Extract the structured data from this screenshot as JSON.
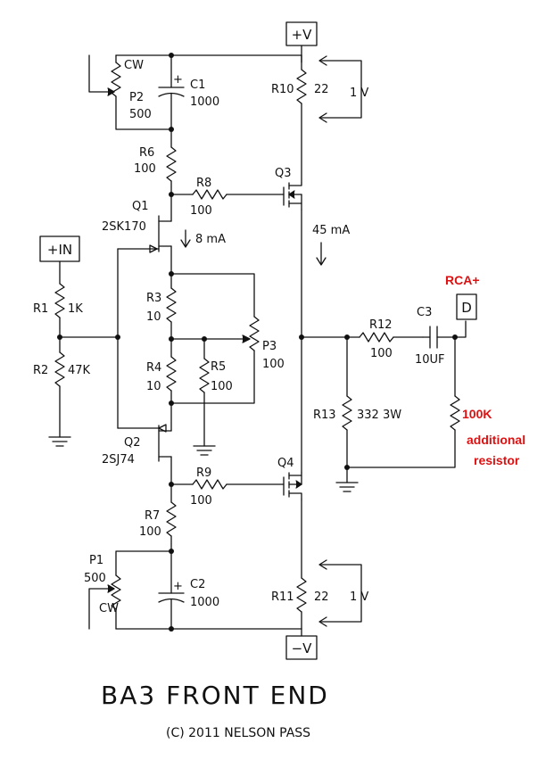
{
  "rails": {
    "pos": "+V",
    "neg": "−V"
  },
  "input": "+IN",
  "output_box": "D",
  "output_label": "RCA+",
  "components": {
    "c1": {
      "ref": "C1",
      "val": "1000",
      "pol": "+"
    },
    "c2": {
      "ref": "C2",
      "val": "1000",
      "pol": "+"
    },
    "c3": {
      "ref": "C3",
      "val": "10UF"
    },
    "p1": {
      "ref": "P1",
      "val": "500",
      "cw": "CW"
    },
    "p2": {
      "ref": "P2",
      "val": "500",
      "cw": "CW"
    },
    "p3": {
      "ref": "P3",
      "val": "100"
    },
    "r1": {
      "ref": "R1",
      "val": "1K"
    },
    "r2": {
      "ref": "R2",
      "val": "47K"
    },
    "r3": {
      "ref": "R3",
      "val": "10"
    },
    "r4": {
      "ref": "R4",
      "val": "10"
    },
    "r5": {
      "ref": "R5",
      "val": "100"
    },
    "r6": {
      "ref": "R6",
      "val": "100"
    },
    "r7": {
      "ref": "R7",
      "val": "100"
    },
    "r8": {
      "ref": "R8",
      "val": "100"
    },
    "r9": {
      "ref": "R9",
      "val": "100"
    },
    "r10": {
      "ref": "R10",
      "val": "22"
    },
    "r11": {
      "ref": "R11",
      "val": "22"
    },
    "r12": {
      "ref": "R12",
      "val": "100"
    },
    "r13": {
      "ref": "R13",
      "val": "332 3W"
    },
    "q1": {
      "ref": "Q1",
      "part": "2SK170"
    },
    "q2": {
      "ref": "Q2",
      "part": "2SJ74"
    },
    "q3": {
      "ref": "Q3"
    },
    "q4": {
      "ref": "Q4"
    }
  },
  "annotations": {
    "q1_current": "8 mA",
    "output_current": "45 mA",
    "r10_drop": "1 V",
    "r11_drop": "1 V",
    "added_value": "100K",
    "added_note_1": "additional",
    "added_note_2": "resistor"
  },
  "title": "BA3 FRONT END",
  "copyright": "(C) 2011 NELSON PASS",
  "colors": {
    "ink": "#111111",
    "annotation_red": "#dd1111"
  }
}
